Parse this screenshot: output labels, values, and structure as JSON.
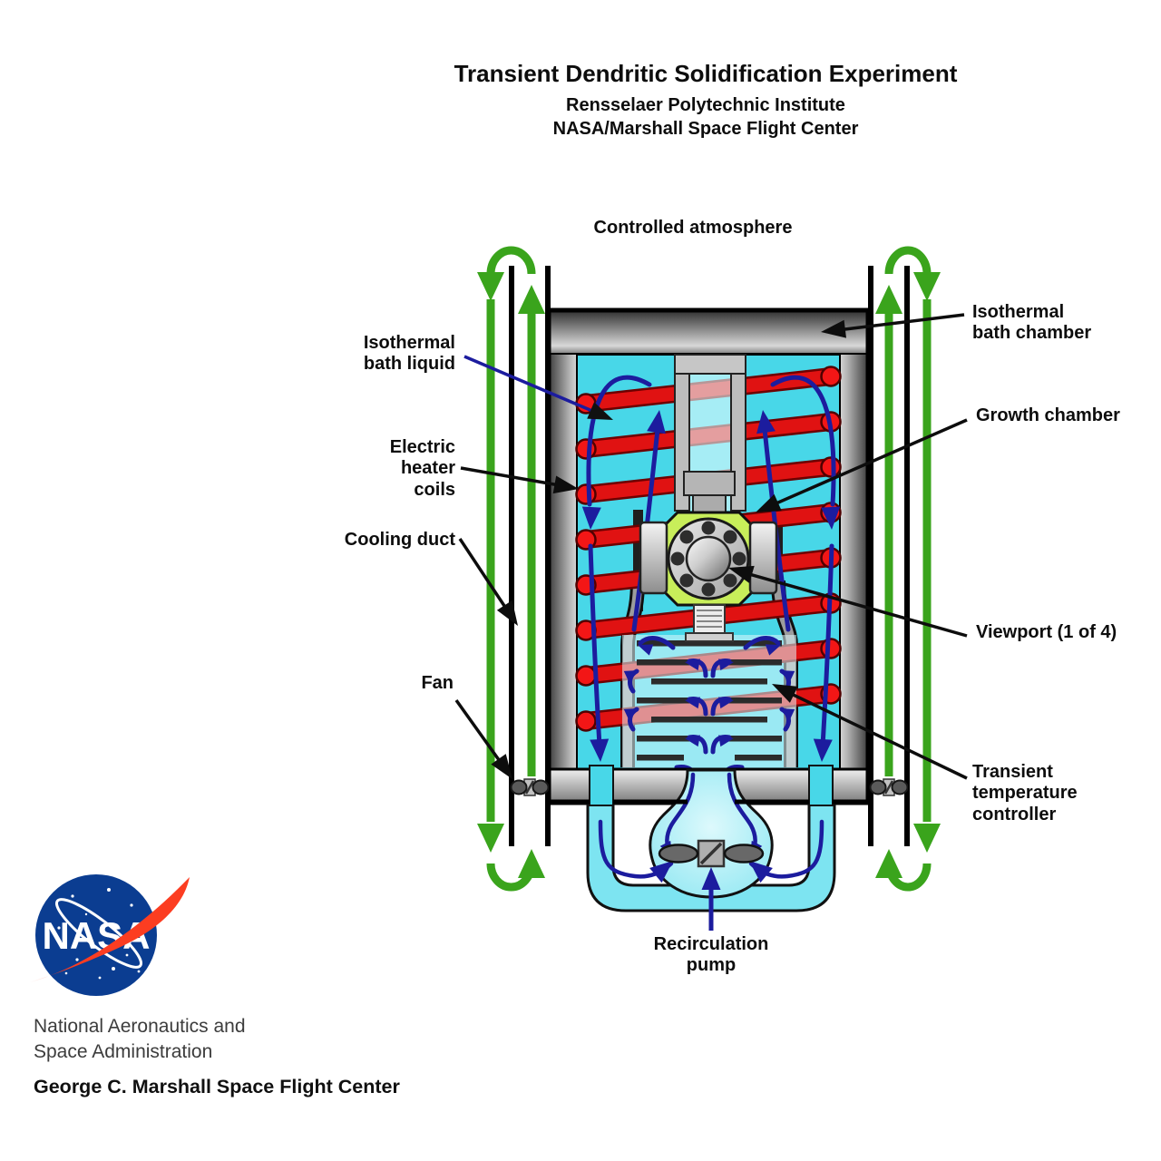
{
  "title": {
    "line1": "Transient Dendritic Solidification Experiment",
    "line2": "Rensselaer Polytechnic Institute",
    "line3": "NASA/Marshall Space Flight Center"
  },
  "diagram_labels": {
    "controlled_atmosphere": "Controlled atmosphere",
    "isothermal_bath_liquid": "Isothermal\nbath liquid",
    "electric_heater_coils": "Electric\nheater\ncoils",
    "cooling_duct": "Cooling duct",
    "fan": "Fan",
    "isothermal_bath_chamber": "Isothermal\nbath chamber",
    "growth_chamber": "Growth chamber",
    "viewport": "Viewport (1 of 4)",
    "transient_temperature_controller": "Transient\ntemperature\ncontroller",
    "recirculation_pump": "Recirculation\npump"
  },
  "footer": {
    "logo_text": "NASA",
    "agency_name": "National Aeronautics and\nSpace Administration",
    "center_name": "George C. Marshall Space Flight Center"
  },
  "colors": {
    "flow_green": "#3aa41c",
    "flow_navy": "#1c1c9e",
    "heater_red": "#e01212",
    "heater_cap": "#f31616",
    "bath_cyan": "#48d7e8",
    "loop_cyan": "#7de4f1",
    "bulb_cyan": "#cdf5fa",
    "chamber_chartreuse": "#c8ee5a",
    "nasa_blue": "#0b3d91",
    "nasa_red": "#fc3d21",
    "label_black": "#0d0d0d"
  }
}
